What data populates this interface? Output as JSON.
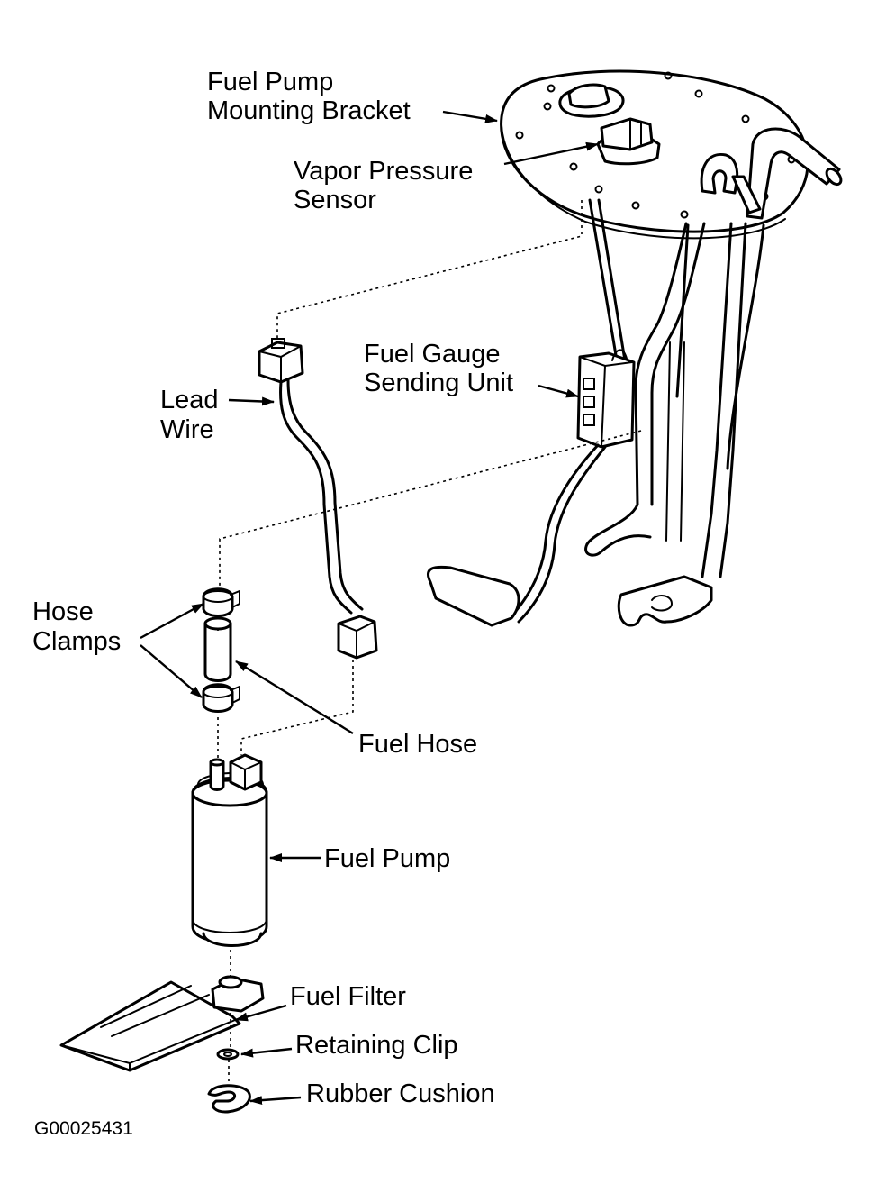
{
  "labels": {
    "bracket": [
      "Fuel Pump",
      "Mounting Bracket"
    ],
    "vapor_sensor": [
      "Vapor Pressure",
      "Sensor"
    ],
    "gauge_unit": [
      "Fuel Gauge",
      "Sending Unit"
    ],
    "lead_wire": [
      "Lead",
      "Wire"
    ],
    "hose_clamps": [
      "Hose",
      "Clamps"
    ],
    "fuel_hose": "Fuel Hose",
    "fuel_pump": "Fuel Pump",
    "fuel_filter": "Fuel Filter",
    "retaining_clip": "Retaining Clip",
    "rubber_cushion": "Rubber Cushion"
  },
  "figure_code": "G00025431"
}
